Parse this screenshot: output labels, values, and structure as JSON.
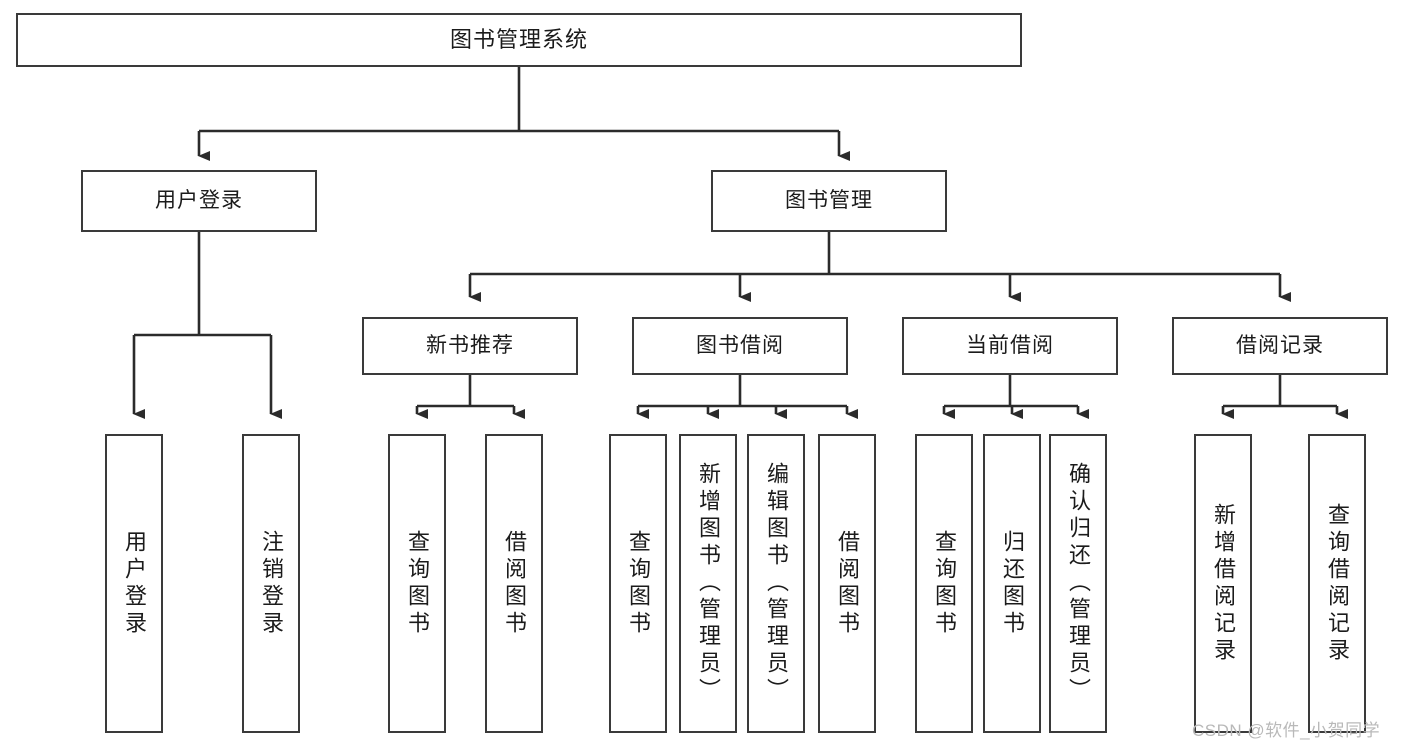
{
  "diagram": {
    "type": "tree",
    "title": "图书管理系统",
    "orientation": "top-down",
    "colors": {
      "node_border": "#3a3a3a",
      "node_fill": "#ffffff",
      "edge": "#2b2b2b",
      "text": "#1b1b1b",
      "watermark": "#b9b9b9",
      "background": "#ffffff"
    },
    "nodes": {
      "root": {
        "label": "图书管理系统",
        "level": 0
      },
      "level1": [
        {
          "id": "user_login",
          "label": "用户登录"
        },
        {
          "id": "book_manage",
          "label": "图书管理"
        }
      ],
      "level2": [
        {
          "id": "new_book_rec",
          "label": "新书推荐",
          "parent": "book_manage"
        },
        {
          "id": "book_borrow",
          "label": "图书借阅",
          "parent": "book_manage"
        },
        {
          "id": "current_borrow",
          "label": "当前借阅",
          "parent": "book_manage"
        },
        {
          "id": "borrow_record",
          "label": "借阅记录",
          "parent": "book_manage"
        }
      ],
      "leaves": [
        {
          "id": "leaf_user_login",
          "label": "用户登录",
          "parent": "user_login"
        },
        {
          "id": "leaf_logout",
          "label": "注销登录",
          "parent": "user_login"
        },
        {
          "id": "leaf_query_book_1",
          "label": "查询图书",
          "parent": "new_book_rec"
        },
        {
          "id": "leaf_borrow_book_1",
          "label": "借阅图书",
          "parent": "new_book_rec"
        },
        {
          "id": "leaf_query_book_2",
          "label": "查询图书",
          "parent": "book_borrow"
        },
        {
          "id": "leaf_add_book",
          "label": "新增图书（管理员）",
          "parent": "book_borrow"
        },
        {
          "id": "leaf_edit_book",
          "label": "编辑图书（管理员）",
          "parent": "book_borrow"
        },
        {
          "id": "leaf_borrow_book_2",
          "label": "借阅图书",
          "parent": "book_borrow"
        },
        {
          "id": "leaf_query_book_3",
          "label": "查询图书",
          "parent": "current_borrow"
        },
        {
          "id": "leaf_return_book",
          "label": "归还图书",
          "parent": "current_borrow"
        },
        {
          "id": "leaf_confirm_return",
          "label": "确认归还（管理员）",
          "parent": "current_borrow"
        },
        {
          "id": "leaf_add_record",
          "label": "新增借阅记录",
          "parent": "borrow_record"
        },
        {
          "id": "leaf_query_record",
          "label": "查询借阅记录",
          "parent": "borrow_record"
        }
      ]
    }
  },
  "watermark": {
    "text": "CSDN @软件_小贺同学"
  }
}
